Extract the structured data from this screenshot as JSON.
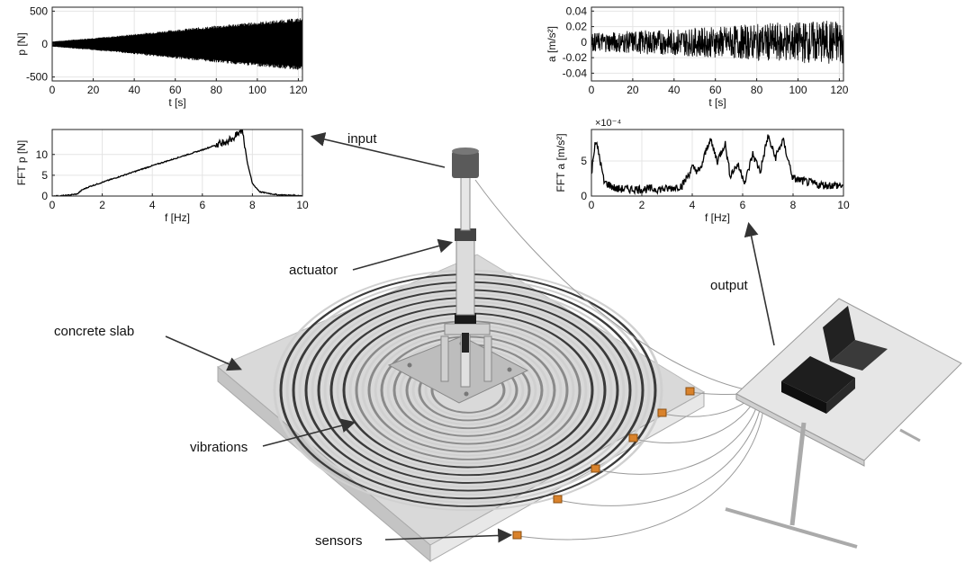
{
  "labels": {
    "input": "input",
    "actuator": "actuator",
    "concrete_slab": "concrete slab",
    "vibrations": "vibrations",
    "sensors": "sensors",
    "output": "output"
  },
  "chart_data": [
    {
      "id": "force-time",
      "type": "line",
      "xlabel": "t [s]",
      "ylabel": "p [N]",
      "xlim": [
        0,
        122
      ],
      "ylim": [
        -560,
        560
      ],
      "xticks": [
        0,
        20,
        40,
        60,
        80,
        100,
        120
      ],
      "yticks": [
        -500,
        0,
        500
      ],
      "grid": true,
      "series": [
        {
          "description": "dense sweep oscillation, envelope grows linearly",
          "envelope": {
            "x": [
              0,
              30,
              60,
              90,
              122
            ],
            "y": [
              40,
              120,
              220,
              310,
              400
            ]
          }
        }
      ]
    },
    {
      "id": "force-fft",
      "type": "line",
      "xlabel": "f [Hz]",
      "ylabel": "FFT p [N]",
      "xlim": [
        0,
        10
      ],
      "ylim": [
        0,
        16
      ],
      "xticks": [
        0,
        2,
        4,
        6,
        8,
        10
      ],
      "yticks": [
        0,
        5,
        10
      ],
      "grid": true,
      "series": [
        {
          "x": [
            0,
            0.5,
            1.0,
            1.2,
            1.5,
            2,
            3,
            4,
            5,
            6,
            7,
            7.3,
            7.6,
            7.8,
            8.0,
            8.3,
            9,
            10
          ],
          "y": [
            0,
            0.1,
            0.5,
            1.5,
            2.3,
            3.3,
            5.3,
            7.3,
            9.2,
            11.1,
            13.3,
            14.2,
            16.0,
            8.0,
            3.0,
            1.0,
            0.3,
            0.1
          ]
        }
      ]
    },
    {
      "id": "accel-time",
      "type": "line",
      "xlabel": "t [s]",
      "ylabel": "a [m/s²]",
      "xlim": [
        0,
        122
      ],
      "ylim": [
        -0.05,
        0.045
      ],
      "xticks": [
        0,
        20,
        40,
        60,
        80,
        100,
        120
      ],
      "yticks": [
        -0.04,
        -0.02,
        0,
        0.02,
        0.04
      ],
      "grid": true,
      "series": [
        {
          "description": "noisy acceleration response",
          "envelope": {
            "x": [
              0,
              30,
              60,
              90,
              122
            ],
            "y": [
              0.012,
              0.016,
              0.02,
              0.025,
              0.03
            ]
          }
        }
      ]
    },
    {
      "id": "accel-fft",
      "type": "line",
      "xlabel": "f [Hz]",
      "ylabel": "FFT a [m/s²]",
      "exponent_label": "×10⁻⁴",
      "xlim": [
        0,
        10
      ],
      "ylim": [
        0,
        9.5
      ],
      "xticks": [
        0,
        2,
        4,
        6,
        8,
        10
      ],
      "yticks": [
        0,
        5
      ],
      "grid": true,
      "series": [
        {
          "x": [
            0,
            0.15,
            0.3,
            0.5,
            1,
            2,
            3,
            3.6,
            4,
            4.3,
            4.7,
            5,
            5.3,
            5.5,
            5.8,
            6.1,
            6.4,
            6.7,
            7.0,
            7.3,
            7.6,
            8,
            9,
            10
          ],
          "y": [
            3,
            8,
            6,
            2,
            1,
            1,
            1,
            1.5,
            4,
            3.5,
            8.2,
            5,
            7.6,
            3,
            4.5,
            2,
            6,
            3.5,
            8.5,
            5.5,
            8,
            2.5,
            1.6,
            1.5
          ]
        }
      ]
    }
  ]
}
